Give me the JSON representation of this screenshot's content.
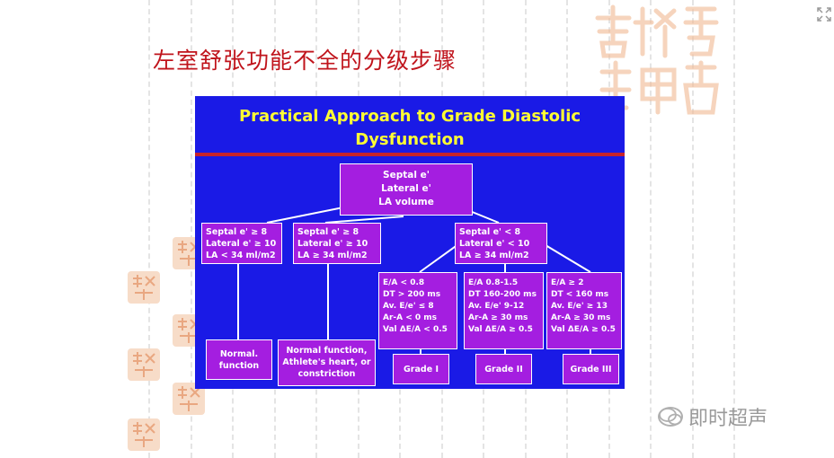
{
  "page_title": "左室舒张功能不全的分级步骤",
  "watermark_text": "即时超声",
  "slide": {
    "title_lines": [
      "Practical Approach to Grade Diastolic",
      "Dysfunction"
    ]
  },
  "nodes": {
    "root": [
      "Septal e'",
      "Lateral e'",
      "LA volume"
    ],
    "branch_1": [
      "Septal e' ≥ 8",
      "Lateral e' ≥ 10",
      "LA  < 34 ml/m2"
    ],
    "branch_2": [
      "Septal e' ≥ 8",
      "Lateral e' ≥ 10",
      "LA ≥ 34 ml/m2"
    ],
    "branch_3": [
      "Septal e' < 8",
      "Lateral e' < 10",
      "LA ≥ 34 ml/m2"
    ],
    "criteria_1": [
      "E/A < 0.8",
      "DT > 200 ms",
      "Av. E/e' ≤ 8",
      "Ar-A < 0 ms",
      "Val ΔE/A < 0.5"
    ],
    "criteria_2": [
      "E/A  0.8-1.5",
      "DT 160-200 ms",
      "Av. E/e'  9-12",
      "Ar-A ≥ 30 ms",
      "Val ΔE/A ≥ 0.5"
    ],
    "criteria_3": [
      "E/A ≥ 2",
      "DT < 160 ms",
      "Av. E/e' ≥  13",
      "Ar-A ≥ 30 ms",
      "Val ΔE/A ≥ 0.5"
    ],
    "outcome_normal": [
      "Normal.",
      "function"
    ],
    "outcome_athlete": [
      "Normal function,",
      "Athlete's heart, or",
      "constriction"
    ],
    "outcome_grade_1": [
      "Grade I"
    ],
    "outcome_grade_2": [
      "Grade II"
    ],
    "outcome_grade_3": [
      "Grade III"
    ]
  },
  "colors": {
    "slide_bg": "#1a1ae6",
    "box_bg": "#a41ee0",
    "title_color": "#ffff33",
    "accent_red": "#c0141c"
  },
  "icons": [
    "expand-icon",
    "wechat-icon"
  ]
}
